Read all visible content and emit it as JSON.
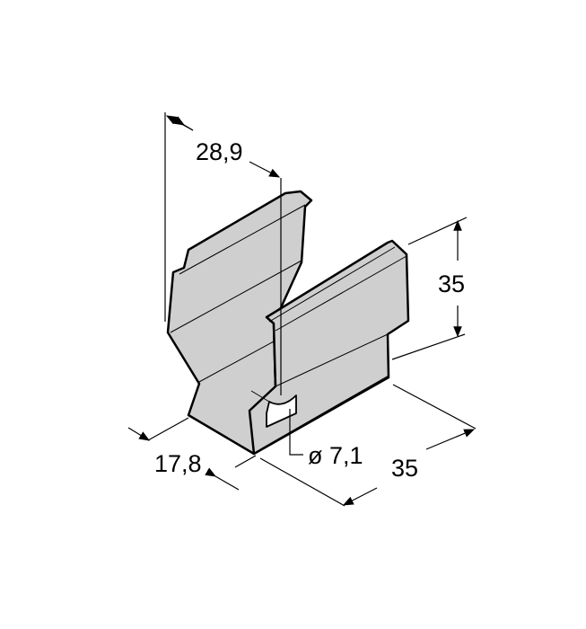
{
  "dimensions": {
    "top_width": "28,9",
    "height": "35",
    "length": "35",
    "bottom_width": "17,8",
    "hole_diameter": "ø 7,1"
  }
}
